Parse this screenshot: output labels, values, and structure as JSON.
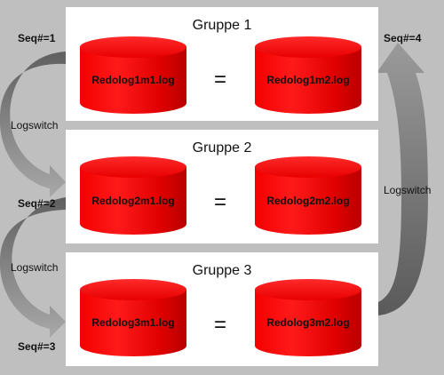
{
  "groups": [
    {
      "title": "Gruppe 1",
      "member1": "Redolog1m1.log",
      "member2": "Redolog1m2.log",
      "equals": "="
    },
    {
      "title": "Gruppe 2",
      "member1": "Redolog2m1.log",
      "member2": "Redolog2m2.log",
      "equals": "="
    },
    {
      "title": "Gruppe 3",
      "member1": "Redolog3m1.log",
      "member2": "Redolog3m2.log",
      "equals": "="
    }
  ],
  "sequences": {
    "seq1": "Seq#=1",
    "seq2": "Seq#=2",
    "seq3": "Seq#=3",
    "seq4": "Seq#=4"
  },
  "switch_labels": {
    "left_1_to_2": "Logswitch",
    "left_2_to_3": "Logswitch",
    "right_3_to_1": "Logswitch"
  },
  "colors": {
    "background": "#bfbfbf",
    "box": "#ffffff",
    "cylinder": "#e00000",
    "arrow": "#7a7a7a"
  }
}
